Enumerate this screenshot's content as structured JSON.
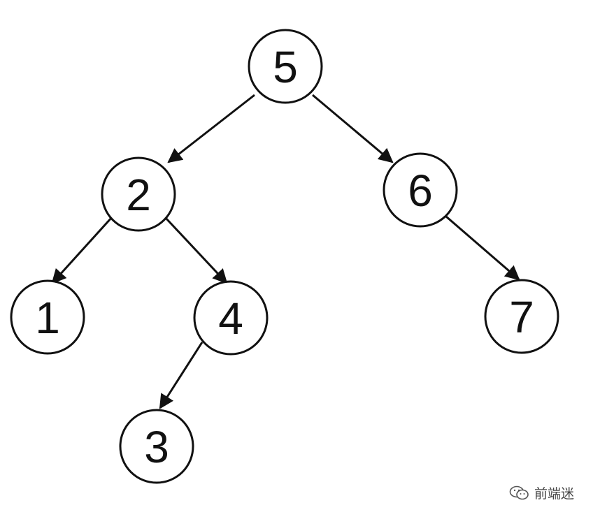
{
  "tree": {
    "nodes": [
      {
        "id": "n5",
        "label": "5"
      },
      {
        "id": "n2",
        "label": "2"
      },
      {
        "id": "n6",
        "label": "6"
      },
      {
        "id": "n1",
        "label": "1"
      },
      {
        "id": "n4",
        "label": "4"
      },
      {
        "id": "n7",
        "label": "7"
      },
      {
        "id": "n3",
        "label": "3"
      }
    ],
    "edges": [
      {
        "from": "n5",
        "to": "n2"
      },
      {
        "from": "n5",
        "to": "n6"
      },
      {
        "from": "n2",
        "to": "n1"
      },
      {
        "from": "n2",
        "to": "n4"
      },
      {
        "from": "n6",
        "to": "n7"
      },
      {
        "from": "n4",
        "to": "n3"
      }
    ]
  },
  "watermark": {
    "text": "前端迷",
    "icon": "wechat-icon"
  },
  "colors": {
    "stroke": "#111111",
    "background": "#ffffff"
  }
}
